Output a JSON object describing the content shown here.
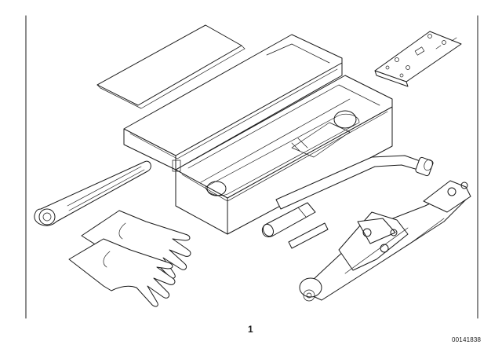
{
  "diagram": {
    "part_label": "1",
    "drawing_id": "00141838",
    "components": [
      "instruction-leaflet",
      "mounting-bracket",
      "tool-box",
      "box-lid",
      "wrench",
      "gloves",
      "wheel-brace",
      "extension-rod",
      "pin",
      "scissor-jack"
    ]
  }
}
